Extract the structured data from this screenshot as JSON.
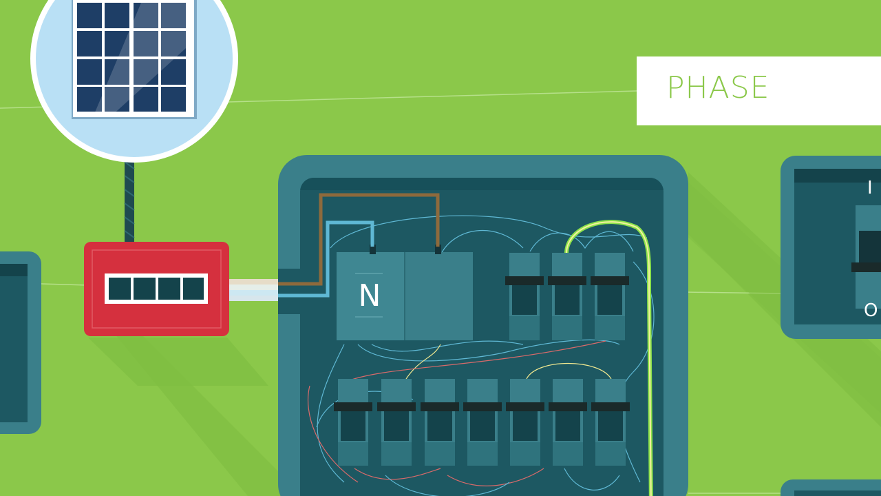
{
  "scene": {
    "label": "PHASE",
    "neutral_bar_label": "N",
    "switch_on_label": "I",
    "switch_off_label": "O"
  },
  "colors": {
    "background": "#8bc84a",
    "panel_outer": "#3a7f8a",
    "panel_inner": "#1d5862",
    "meter_red": "#d5303e",
    "wire_brown": "#8e6a3c",
    "wire_blue": "#5fb8d4",
    "wire_earth": "#c8f05a",
    "solar_circle": "#b9e0f5",
    "solar_cell": "#1e3e66"
  },
  "icons": [
    "solar-panel-icon",
    "meter-icon",
    "breaker-icon",
    "main-switch-icon"
  ]
}
